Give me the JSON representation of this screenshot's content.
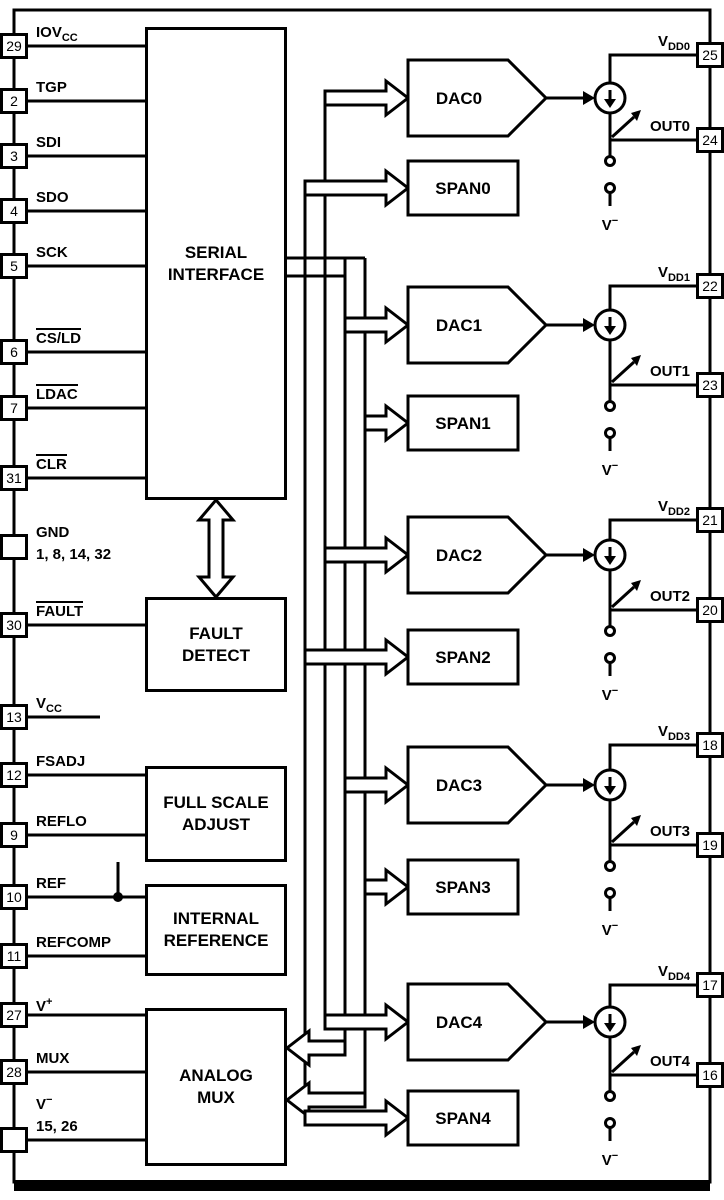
{
  "colors": {
    "line": "#000000",
    "background": "#ffffff"
  },
  "blocks": {
    "serial_interface": {
      "line1": "SERIAL",
      "line2": "INTERFACE"
    },
    "fault_detect": {
      "line1": "FAULT",
      "line2": "DETECT"
    },
    "full_scale_adjust": {
      "line1": "FULL SCALE",
      "line2": "ADJUST"
    },
    "internal_reference": {
      "line1": "INTERNAL",
      "line2": "REFERENCE"
    },
    "analog_mux": {
      "line1": "ANALOG",
      "line2": "MUX"
    }
  },
  "left_pins": [
    {
      "number": "29",
      "label": "IOV",
      "sub": "CC"
    },
    {
      "number": "2",
      "label": "TGP"
    },
    {
      "number": "3",
      "label": "SDI"
    },
    {
      "number": "4",
      "label": "SDO"
    },
    {
      "number": "5",
      "label": "SCK"
    },
    {
      "number": "6",
      "label": "CS/LD",
      "overline": true
    },
    {
      "number": "7",
      "label": "LDAC",
      "overline": true
    },
    {
      "number": "31",
      "label": "CLR",
      "overline": true
    },
    {
      "number": "",
      "label": "GND",
      "note": "1, 8, 14, 32"
    },
    {
      "number": "30",
      "label": "FAULT",
      "overline": true
    },
    {
      "number": "13",
      "label": "V",
      "sub": "CC"
    },
    {
      "number": "12",
      "label": "FSADJ"
    },
    {
      "number": "9",
      "label": "REFLO"
    },
    {
      "number": "10",
      "label": "REF"
    },
    {
      "number": "11",
      "label": "REFCOMP"
    },
    {
      "number": "27",
      "label": "V",
      "sup": "+"
    },
    {
      "number": "28",
      "label": "MUX"
    },
    {
      "number": "",
      "label": "V",
      "sup": "−",
      "note": "15, 26"
    }
  ],
  "channels": [
    {
      "dac": "DAC0",
      "span": "SPAN0",
      "vdd_main": "V",
      "vdd_sub": "DD0",
      "vdd_pin": "25",
      "out_label": "OUT0",
      "out_pin": "24",
      "gnd_main": "V",
      "gnd_sup": "−"
    },
    {
      "dac": "DAC1",
      "span": "SPAN1",
      "vdd_main": "V",
      "vdd_sub": "DD1",
      "vdd_pin": "22",
      "out_label": "OUT1",
      "out_pin": "23",
      "gnd_main": "V",
      "gnd_sup": "−"
    },
    {
      "dac": "DAC2",
      "span": "SPAN2",
      "vdd_main": "V",
      "vdd_sub": "DD2",
      "vdd_pin": "21",
      "out_label": "OUT2",
      "out_pin": "20",
      "gnd_main": "V",
      "gnd_sup": "−"
    },
    {
      "dac": "DAC3",
      "span": "SPAN3",
      "vdd_main": "V",
      "vdd_sub": "DD3",
      "vdd_pin": "18",
      "out_label": "OUT3",
      "out_pin": "19",
      "gnd_main": "V",
      "gnd_sup": "−"
    },
    {
      "dac": "DAC4",
      "span": "SPAN4",
      "vdd_main": "V",
      "vdd_sub": "DD4",
      "vdd_pin": "17",
      "out_label": "OUT4",
      "out_pin": "16",
      "gnd_main": "V",
      "gnd_sup": "−"
    }
  ]
}
